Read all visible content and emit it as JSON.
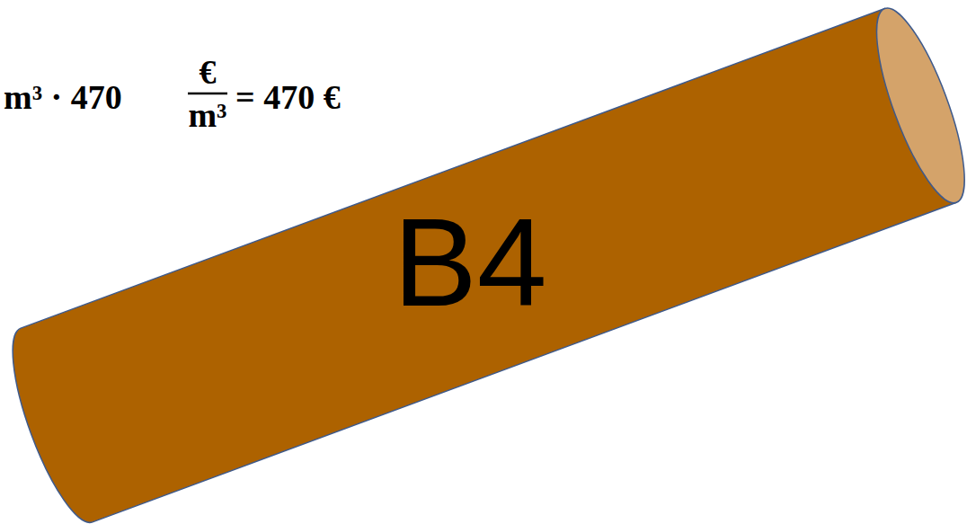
{
  "diagram": {
    "nodes": [
      {
        "text": [
          "B4"
        ]
      }
    ],
    "labels": [
      "m³ · 470",
      "€",
      "m³",
      "= 470 €"
    ]
  }
}
